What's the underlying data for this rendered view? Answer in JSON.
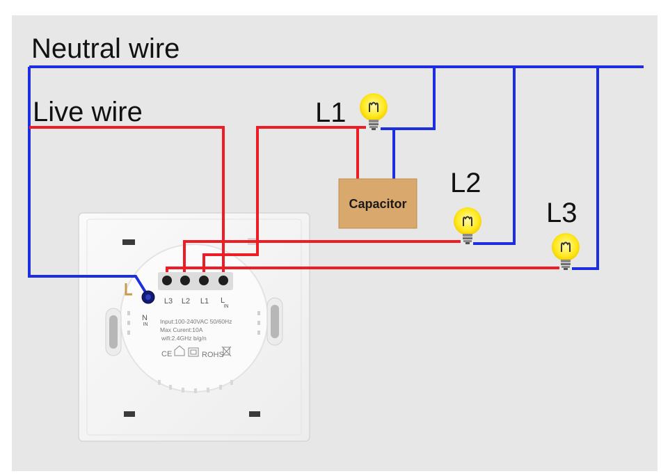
{
  "labels": {
    "neutral_wire": "Neutral wire",
    "live_wire": "Live wire",
    "l1": "L1",
    "l2": "L2",
    "l3": "L3",
    "capacitor": "Capacitor"
  },
  "terminals": {
    "l3": "L3",
    "l2": "L2",
    "l1": "L1",
    "l_main": "L",
    "l_sub": "IN",
    "n_main": "N",
    "n_sub": "IN"
  },
  "specs": {
    "input": "Input:100-240VAC 50/60Hz",
    "current": "Max Curent:10A",
    "wifi": "wifi:2.4GHz b/g/n",
    "cert": "CE",
    "rohs": "ROHS"
  },
  "colors": {
    "background": "#e8e7e7",
    "neutral": "#1c2ee0",
    "live": "#ee1c25",
    "capacitor": "#d9a86c",
    "bulb": "#ffe91f",
    "switch_plate": "#f7f7f7"
  },
  "icons": [
    "light-bulb-icon",
    "ce-mark-icon",
    "house-icon",
    "square-icon",
    "rohs-icon",
    "bin-icon"
  ]
}
